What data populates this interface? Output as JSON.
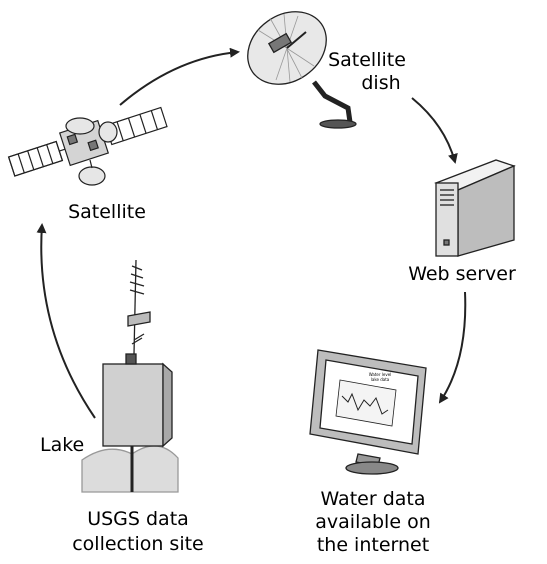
{
  "labels": {
    "satellite_dish": [
      "Satellite",
      "dish"
    ],
    "satellite": "Satellite",
    "web_server": "Web server",
    "water_data": [
      "Water data",
      "available on",
      "the internet"
    ],
    "lake": "Lake",
    "site": [
      "USGS data",
      "collection site"
    ]
  },
  "screen_chart_title": [
    "Water level",
    "lake data"
  ],
  "colors": {
    "stroke": "#222222",
    "panel_gray": "#cfcfcf",
    "dark_gray": "#555555",
    "water": "#dcdcdc"
  },
  "icons": [
    "satellite-icon",
    "satellite-dish-icon",
    "web-server-icon",
    "monitor-icon",
    "data-collection-station-icon"
  ]
}
